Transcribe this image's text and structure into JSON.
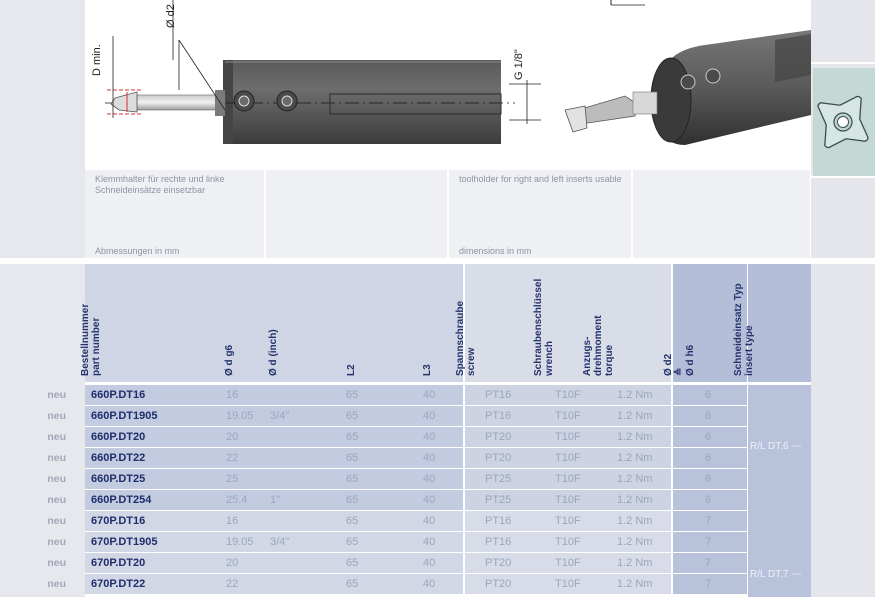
{
  "drawing_labels": {
    "d2": "Ø d2",
    "dmin": "D min.",
    "thread": "G 1/8\""
  },
  "captions": {
    "de_desc": "Klemmhalter für rechte und linke Schneideinsätze einsetzbar",
    "de_dims": "Abmessungen in mm",
    "en_desc": "toolholder for right and left inserts usable",
    "en_dims": "dimensions in mm"
  },
  "headers": {
    "part_number_de": "Bestellnummer",
    "part_number_en": "part number",
    "d_g6": "Ø d g6",
    "d_inch": "Ø d (inch)",
    "l2": "L2",
    "l3": "L3",
    "screw_de": "Spannschraube",
    "screw_en": "screw",
    "wrench_de": "Schraubenschlüssel",
    "wrench_en": "wrench",
    "torque_de1": "Anzugs-",
    "torque_de2": "drehmoment",
    "torque_en": "torque",
    "d2": "Ø d2",
    "approx": "≙",
    "d_h6": "Ø d h6",
    "insert_de": "Schneideinsatz Typ",
    "insert_en": "insert type"
  },
  "rows": [
    {
      "tag": "neu",
      "part": "660P.DT16",
      "d": "16",
      "inch": "",
      "l2": "65",
      "l3": "40",
      "screw": "PT16",
      "wrench": "T10F",
      "torque": "1.2 Nm",
      "d2": "6"
    },
    {
      "tag": "neu",
      "part": "660P.DT1905",
      "d": "19.05",
      "inch": "3/4\"",
      "l2": "65",
      "l3": "40",
      "screw": "PT16",
      "wrench": "T10F",
      "torque": "1.2 Nm",
      "d2": "6"
    },
    {
      "tag": "neu",
      "part": "660P.DT20",
      "d": "20",
      "inch": "",
      "l2": "65",
      "l3": "40",
      "screw": "PT20",
      "wrench": "T10F",
      "torque": "1.2 Nm",
      "d2": "6"
    },
    {
      "tag": "neu",
      "part": "660P.DT22",
      "d": "22",
      "inch": "",
      "l2": "65",
      "l3": "40",
      "screw": "PT20",
      "wrench": "T10F",
      "torque": "1.2 Nm",
      "d2": "6"
    },
    {
      "tag": "neu",
      "part": "660P.DT25",
      "d": "25",
      "inch": "",
      "l2": "65",
      "l3": "40",
      "screw": "PT25",
      "wrench": "T10F",
      "torque": "1.2 Nm",
      "d2": "6"
    },
    {
      "tag": "neu",
      "part": "660P.DT254",
      "d": "25.4",
      "inch": "1\"",
      "l2": "65",
      "l3": "40",
      "screw": "PT25",
      "wrench": "T10F",
      "torque": "1.2 Nm",
      "d2": "6"
    },
    {
      "tag": "neu",
      "part": "670P.DT16",
      "d": "16",
      "inch": "",
      "l2": "65",
      "l3": "40",
      "screw": "PT16",
      "wrench": "T10F",
      "torque": "1.2 Nm",
      "d2": "7"
    },
    {
      "tag": "neu",
      "part": "670P.DT1905",
      "d": "19.05",
      "inch": "3/4\"",
      "l2": "65",
      "l3": "40",
      "screw": "PT16",
      "wrench": "T10F",
      "torque": "1.2 Nm",
      "d2": "7"
    },
    {
      "tag": "neu",
      "part": "670P.DT20",
      "d": "20",
      "inch": "",
      "l2": "65",
      "l3": "40",
      "screw": "PT20",
      "wrench": "T10F",
      "torque": "1.2 Nm",
      "d2": "7"
    },
    {
      "tag": "neu",
      "part": "670P.DT22",
      "d": "22",
      "inch": "",
      "l2": "65",
      "l3": "40",
      "screw": "PT20",
      "wrench": "T10F",
      "torque": "1.2 Nm",
      "d2": "7"
    }
  ],
  "insert_groups": [
    {
      "label": "R/L DT.6 ---"
    },
    {
      "label": "R/L DT.7 ---"
    }
  ],
  "colors": {
    "group1_bg": "#c3cbe0",
    "group2_bg": "#d2d7e6",
    "accent_navy": "#1f2d6b",
    "dim_red": "#d8302e"
  }
}
